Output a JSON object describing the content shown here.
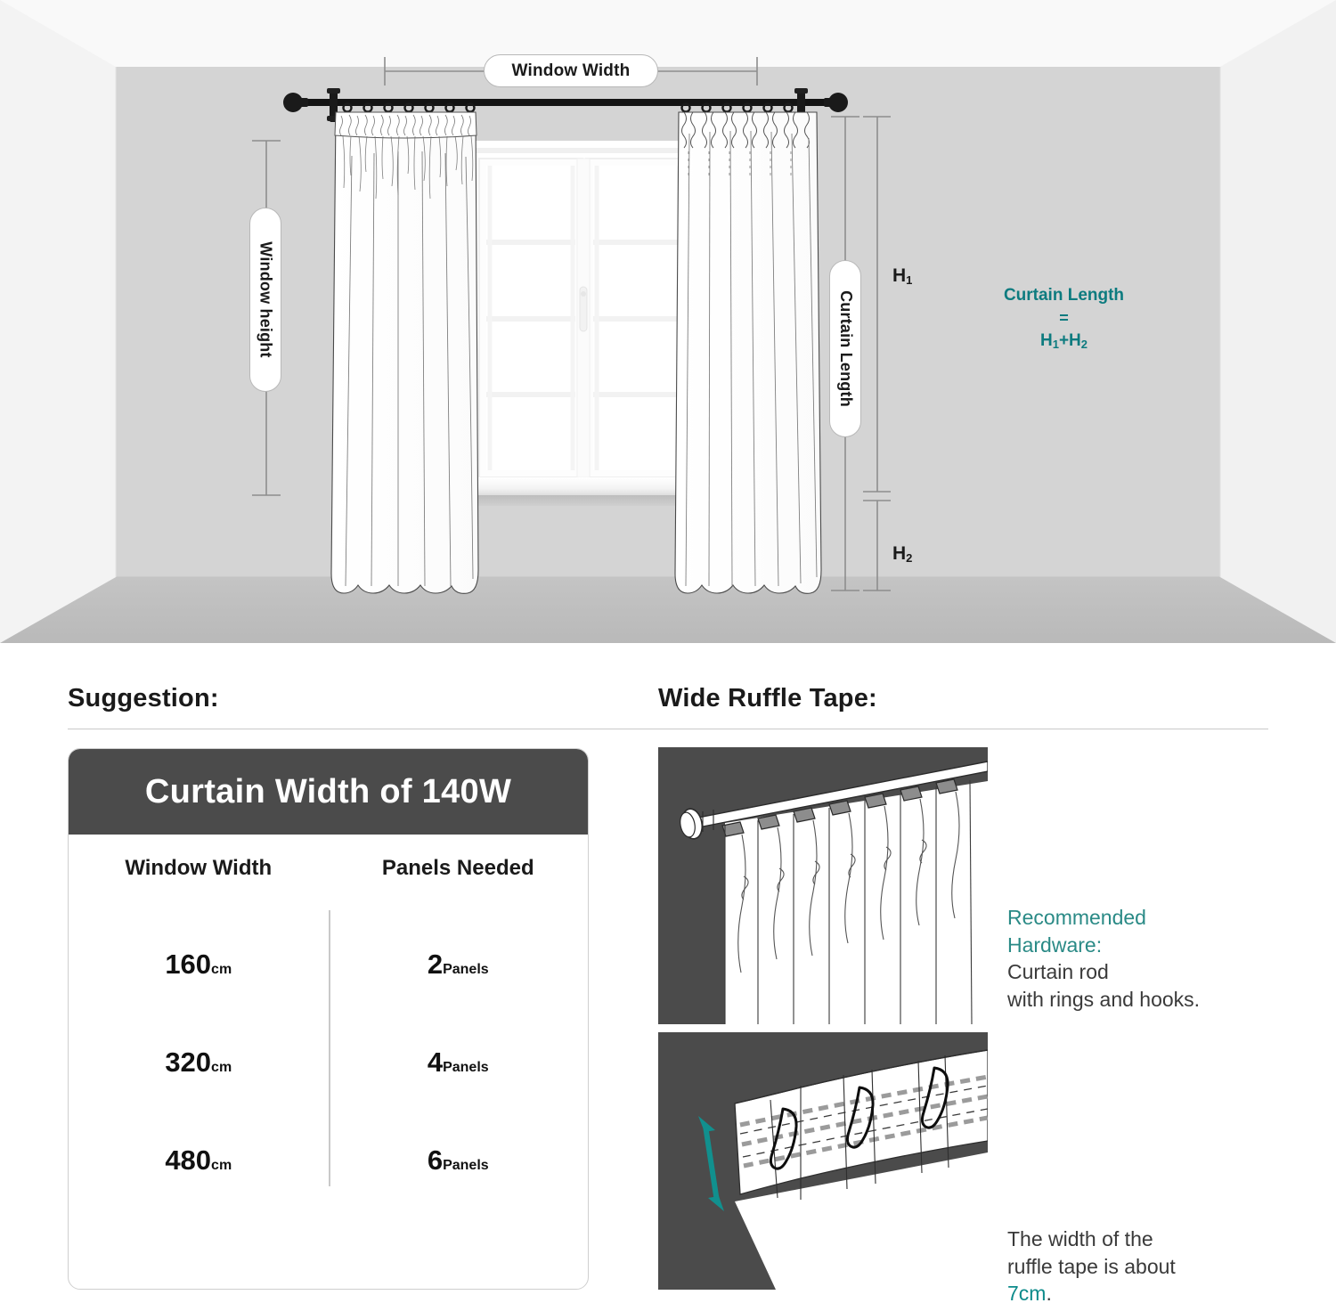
{
  "scene": {
    "labels": {
      "window_width": "Window Width",
      "window_height": "Window height",
      "curtain_length": "Curtain Length",
      "h1": "H",
      "h1_sub": "1",
      "h2": "H",
      "h2_sub": "2"
    },
    "formula": {
      "line1": "Curtain Length",
      "line2": "=",
      "line3_a": "H",
      "line3_a_sub": "1",
      "line3_plus": "+H",
      "line3_b_sub": "2"
    },
    "colors": {
      "accent_teal": "#0d7b7f",
      "wall_back": "#d3d3d3",
      "wall_side": "#f2f2f2",
      "floor": "#bfbfbf",
      "rod": "#1f1f1f"
    }
  },
  "bottom": {
    "suggestion": {
      "heading": "Suggestion:",
      "card_title": "Curtain Width of 140W",
      "columns": [
        "Window Width",
        "Panels Needed"
      ],
      "rows": [
        {
          "width_value": "160",
          "width_unit": "cm",
          "panels_value": "2",
          "panels_unit": "Panels"
        },
        {
          "width_value": "320",
          "width_unit": "cm",
          "panels_value": "4",
          "panels_unit": "Panels"
        },
        {
          "width_value": "480",
          "width_unit": "cm",
          "panels_value": "6",
          "panels_unit": "Panels"
        }
      ]
    },
    "ruffle": {
      "heading": "Wide Ruffle Tape",
      "heading_colon": ":",
      "note_hardware_teal_1": "Recommended",
      "note_hardware_teal_2": "Hardware:",
      "note_hardware_dark_1": "Curtain rod",
      "note_hardware_dark_2": "with rings and hooks.",
      "note_width_dark_1": "The width of the",
      "note_width_dark_2": "ruffle tape is about",
      "note_width_teal": "7cm",
      "note_width_period": "."
    }
  }
}
